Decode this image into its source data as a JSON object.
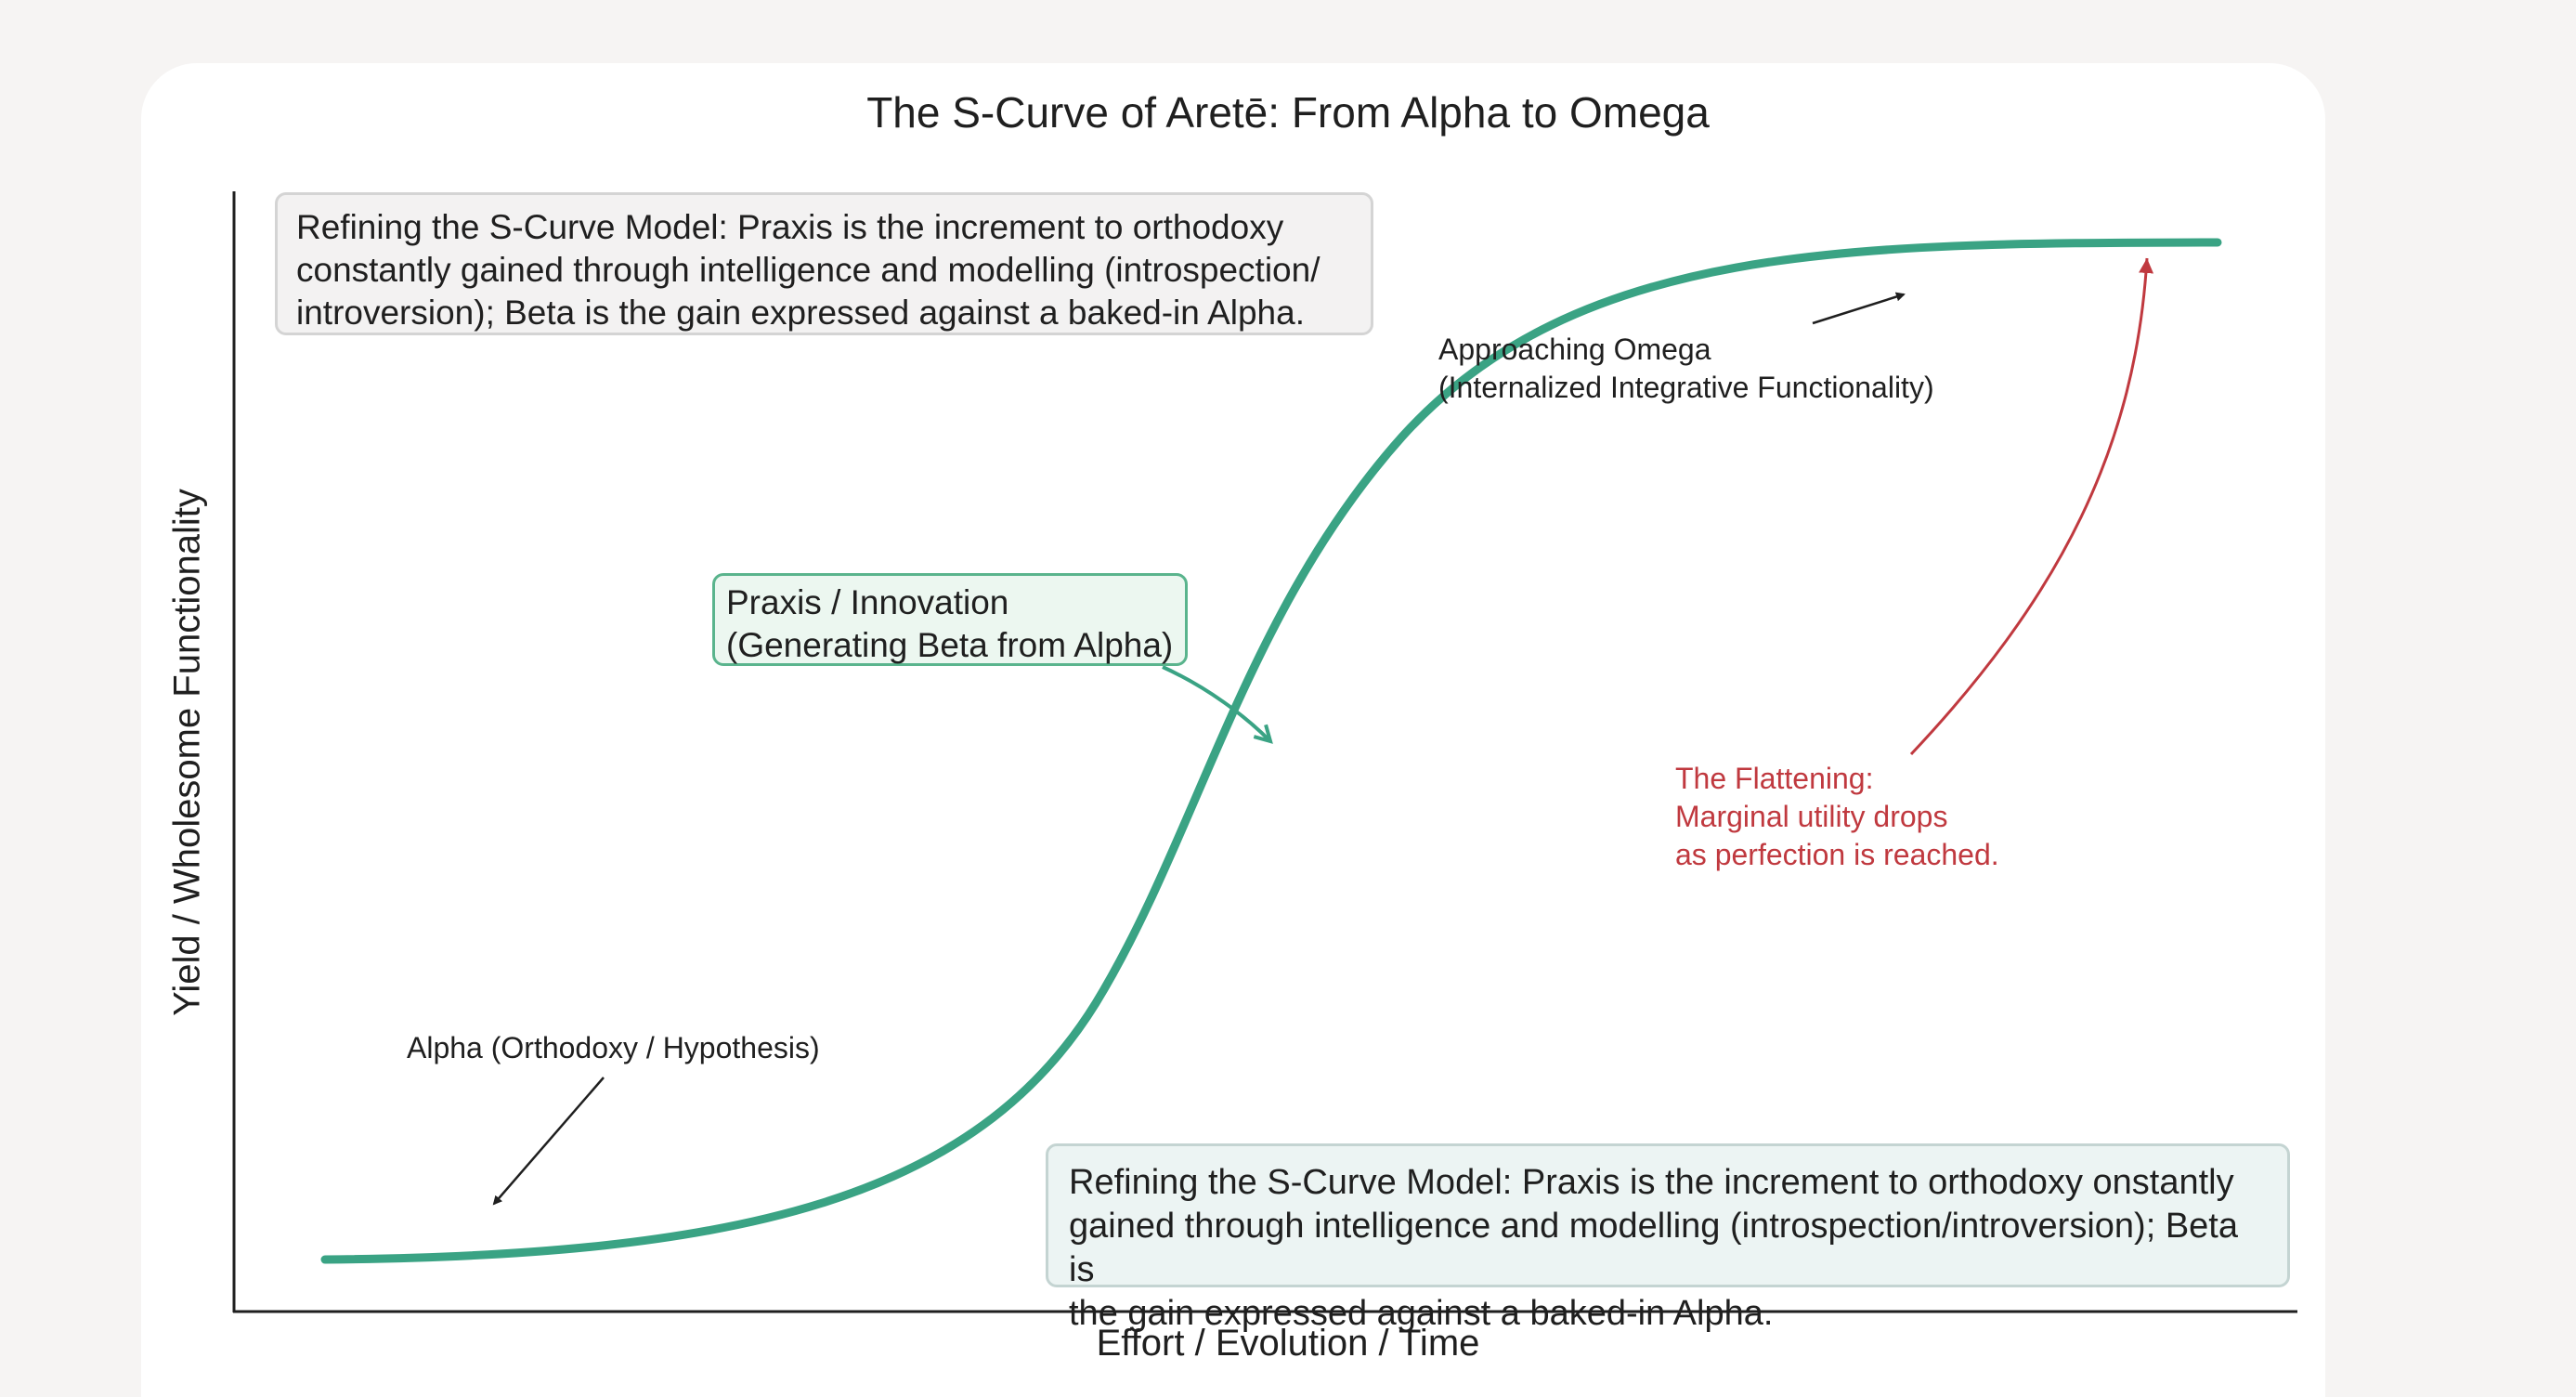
{
  "title": "The S-Curve of Aretē: From Alpha to Omega",
  "axes": {
    "xlabel": "Effort / Evolution / Time",
    "ylabel": "Yield / Wholesome Functionality"
  },
  "colors": {
    "curve": "#3aa384",
    "accent_red": "#c0393f",
    "arrow_dark": "#1f1f1f",
    "praxis_border": "#5ab48d"
  },
  "boxes": {
    "top_note": {
      "lines": [
        "Refining the S-Curve Model: Praxis is the increment to orthodoxy",
        "constantly gained through intelligence and modelling (introspection/",
        "introversion); Beta is the gain expressed against a baked-in Alpha."
      ]
    },
    "bottom_note": {
      "lines": [
        "Refining the S-Curve Model: Praxis is the increment to orthodoxy onstantly",
        "gained through intelligence and modelling (introspection/introversion); Beta is",
        "the gain expressed against a baked-in Alpha."
      ]
    },
    "praxis": {
      "lines": [
        "Praxis / Innovation",
        "(Generating Beta from Alpha)"
      ]
    }
  },
  "labels": {
    "alpha": "Alpha (Orthodoxy / Hypothesis)",
    "omega": {
      "lines": [
        "Approaching Omega",
        "(Internalized Integrative Functionality)"
      ]
    },
    "flattening": {
      "lines": [
        "The Flattening:",
        "Marginal utility drops",
        "as perfection is reached."
      ]
    }
  }
}
